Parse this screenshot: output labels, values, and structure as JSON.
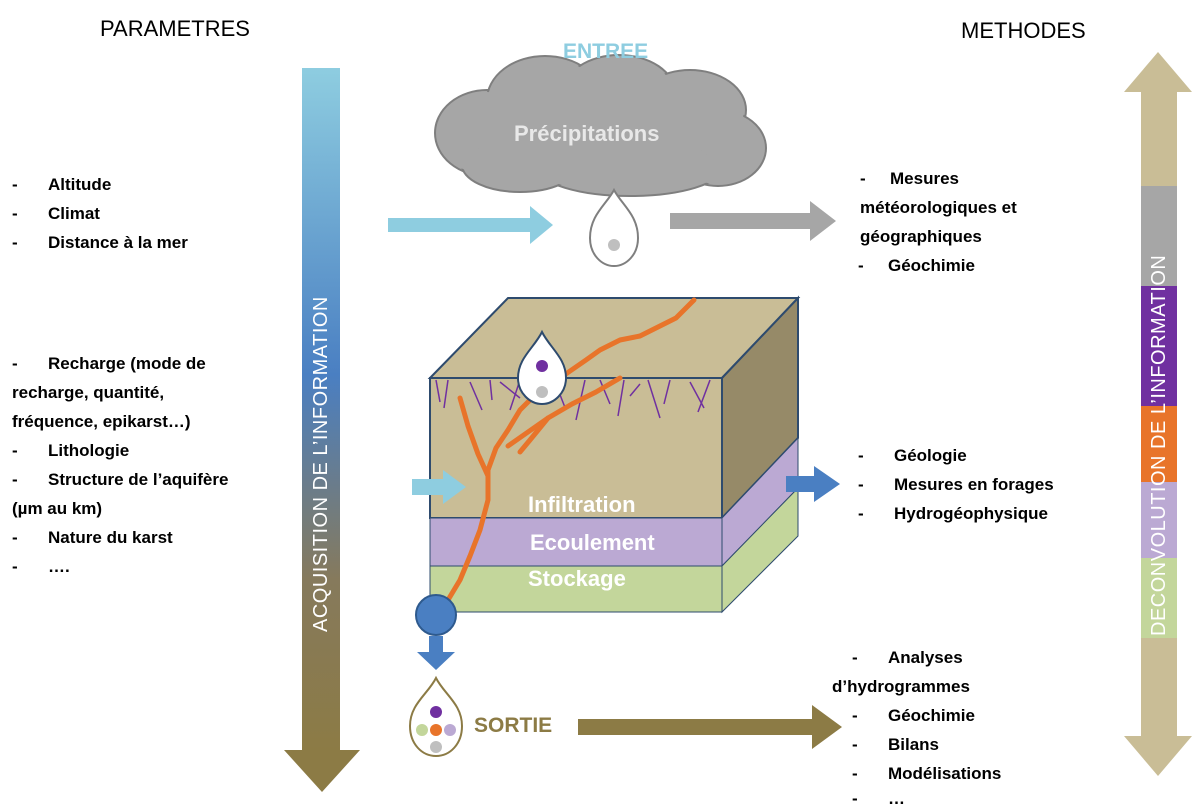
{
  "headers": {
    "left": "PARAMETRES",
    "right": "METHODES"
  },
  "input_title": "ENTREE",
  "cloud_label": "Précipitations",
  "output_label": "SORTIE",
  "layers": {
    "top": "Infiltration",
    "middle": "Ecoulement",
    "bottom": "Stockage"
  },
  "left_axis_label": "ACQUISITION DE L’INFORMATION",
  "right_axis_label": "DECONVOLUTION DE L’INFORMATION",
  "params_top": [
    "Altitude",
    "Climat",
    "Distance à la mer"
  ],
  "params_middle": {
    "recharge_lines": [
      "Recharge (mode de",
      "recharge, quantité,",
      "fréquence, epikarst…)"
    ],
    "lithologie": "Lithologie",
    "structure_lines": [
      "Structure de l’aquifère",
      "(µm au km)"
    ],
    "nature": "Nature du karst",
    "more": "…."
  },
  "methods_top": {
    "line1": "Mesures",
    "line2": "météorologiques et",
    "line3": "géographiques",
    "line4": "Géochimie"
  },
  "methods_middle": [
    "Géologie",
    "Mesures en forages",
    "Hydrogéophysique"
  ],
  "methods_bottom": {
    "line1": "Analyses",
    "line2": "d’hydrogrammes",
    "items": [
      "Géochimie",
      "Bilans",
      "Modélisations",
      "…"
    ]
  },
  "colors": {
    "blue_light": "#8ecde0",
    "blue_mid": "#4a86c5",
    "olive": "#8c7b45",
    "cloud": "#a6a6a6",
    "khaki": "#c9bd96",
    "lavender": "#bba9d3",
    "green": "#c3d69b",
    "orange": "#e8742a",
    "purple": "#7030a0",
    "grey_arrow": "#a6a6a6"
  }
}
